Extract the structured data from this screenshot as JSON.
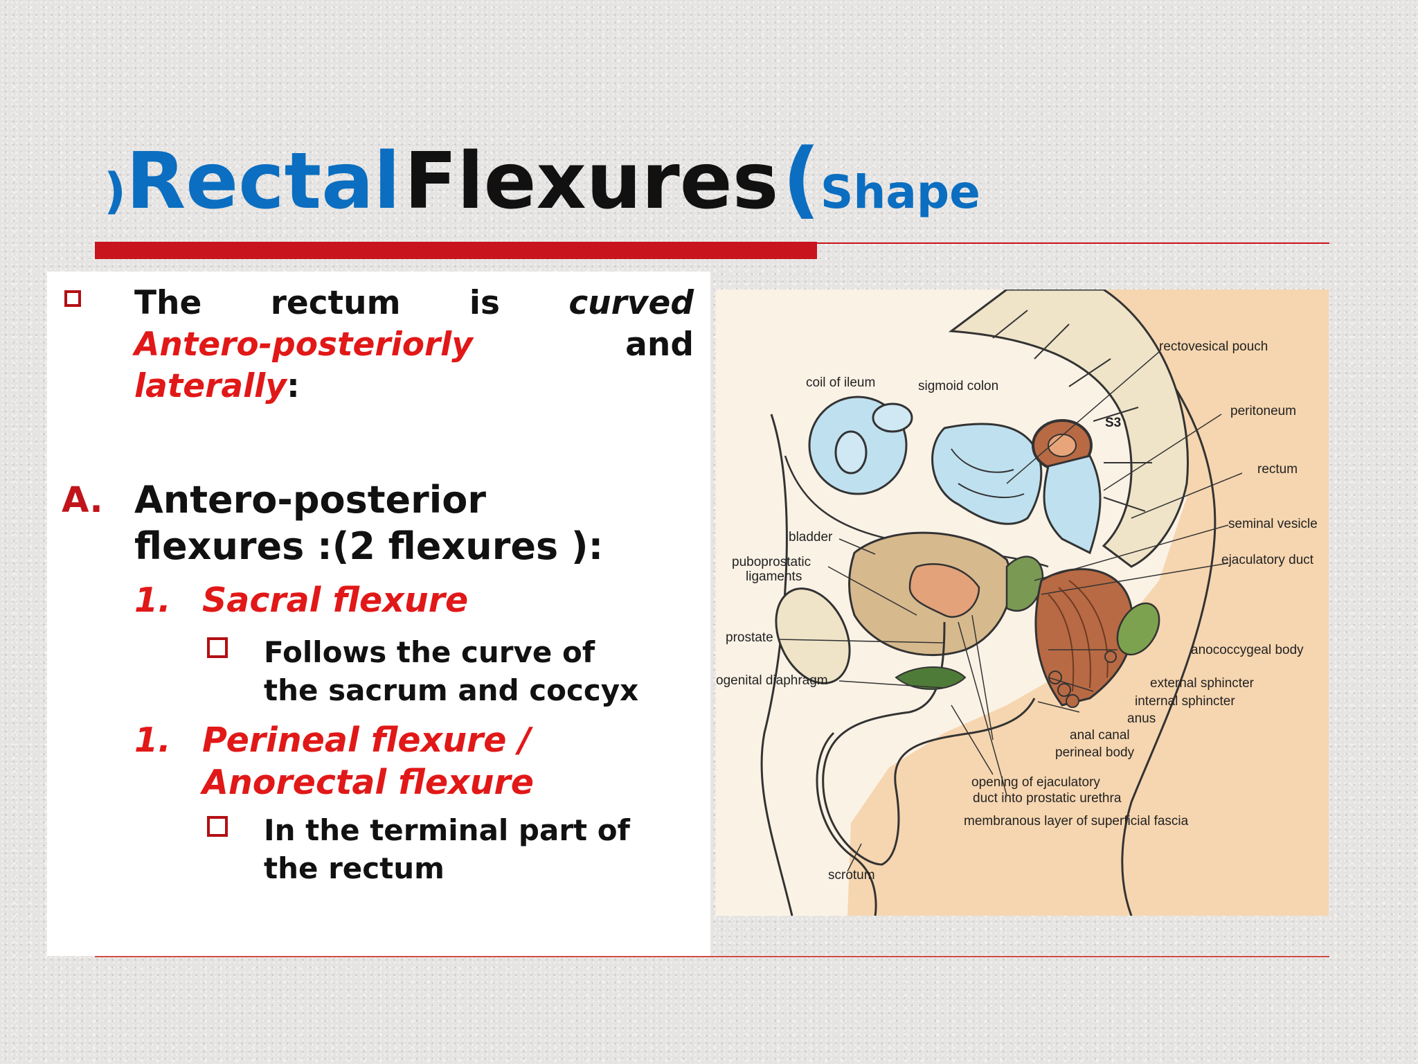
{
  "title": {
    "open_paren": ")",
    "word1": "Rectal",
    "word2": "Flexures",
    "close_paren": "(",
    "word3": "Shape"
  },
  "intro": {
    "w1": "The",
    "w2": "rectum",
    "w3": "is",
    "w4": "curved",
    "w5": "Antero-posteriorly",
    "w6": "and",
    "w7": "laterally",
    "colon": ":"
  },
  "section_a": {
    "marker": "A.",
    "heading_line1": "Antero-posterior",
    "heading_line2": "flexures :(2 flexures ):",
    "items": [
      {
        "number": "1.",
        "title": "Sacral flexure",
        "sub_line1": "Follows the curve of",
        "sub_line2": "the sacrum and coccyx"
      },
      {
        "number": "1.",
        "title_line1": "Perineal flexure /",
        "title_line2": "Anorectal flexure",
        "sub_line1": "In the terminal part of",
        "sub_line2": "the rectum"
      }
    ]
  },
  "diagram": {
    "labels": {
      "coil_of_ileum": "coil of ileum",
      "sigmoid_colon": "sigmoid colon",
      "rectovesical_pouch": "rectovesical pouch",
      "s3": "S3",
      "peritoneum": "peritoneum",
      "rectum": "rectum",
      "seminal_vesicle": "seminal vesicle",
      "ejaculatory_duct": "ejaculatory duct",
      "bladder": "bladder",
      "puboprostatic_1": "puboprostatic",
      "puboprostatic_2": "ligaments",
      "prostate": "prostate",
      "urogenital": "ogenital diaphragm",
      "anococcygeal": "anococcygeal body",
      "external_sphincter": "external sphincter",
      "internal_sphincter": "internal sphincter",
      "anus": "anus",
      "anal_canal": "anal canal",
      "perineal_body": "perineal body",
      "opening_1": "opening of ejaculatory",
      "opening_2": "duct into prostatic urethra",
      "membranous": "membranous layer of superficial fascia",
      "scrotum": "scrotum"
    }
  },
  "colors": {
    "title_blue": "#0b6ec0",
    "accent_red": "#c8141d",
    "text_red": "#e11818"
  }
}
